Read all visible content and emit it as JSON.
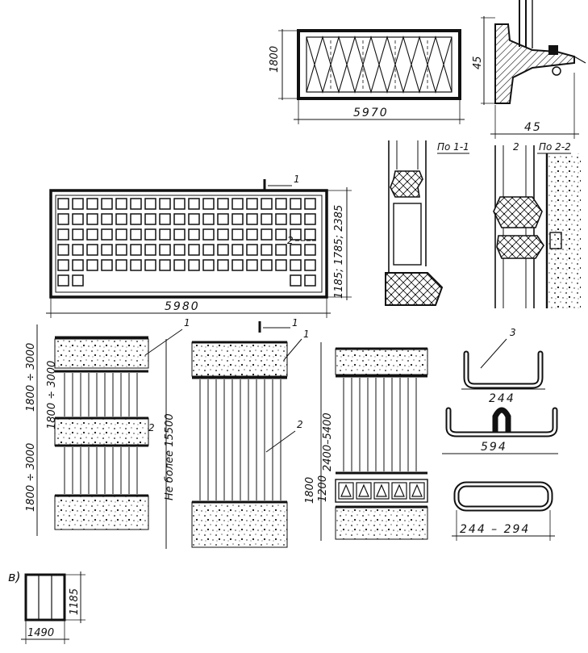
{
  "colors": {
    "ink": "#111111",
    "paper": "#ffffff",
    "fill": "#e9e9e9"
  },
  "top_panel": {
    "height": "1800",
    "width": "5970"
  },
  "anchor_detail": {
    "height": "45",
    "width": "45"
  },
  "grid_panel": {
    "width": "5980",
    "heights": "1185; 1785; 2385",
    "mark_1": "1",
    "mark_2": "2"
  },
  "sections": {
    "sec_1": "По 1-1",
    "sec_2": "По 2-2",
    "mark_2": "2"
  },
  "walls": {
    "mark_1": "1",
    "mark_1b": "1",
    "mark_2": "2",
    "mark_2b": "2",
    "left_top_dim": "1800 ÷ 3000",
    "left_mid_dim": "1800 ÷ 3000",
    "left_bot_dim": "1800 ÷ 3000",
    "mid_dim": "Не более 15500",
    "right_dim": "2400–5400",
    "right_small_1": "1800",
    "right_small_2": "1200",
    "section_mark": "1"
  },
  "profiles": {
    "mark": "3",
    "p1": "244",
    "p2": "594",
    "p3": "244 – 294"
  },
  "small_panel": {
    "label": "в)",
    "height": "1185",
    "width": "1490"
  }
}
